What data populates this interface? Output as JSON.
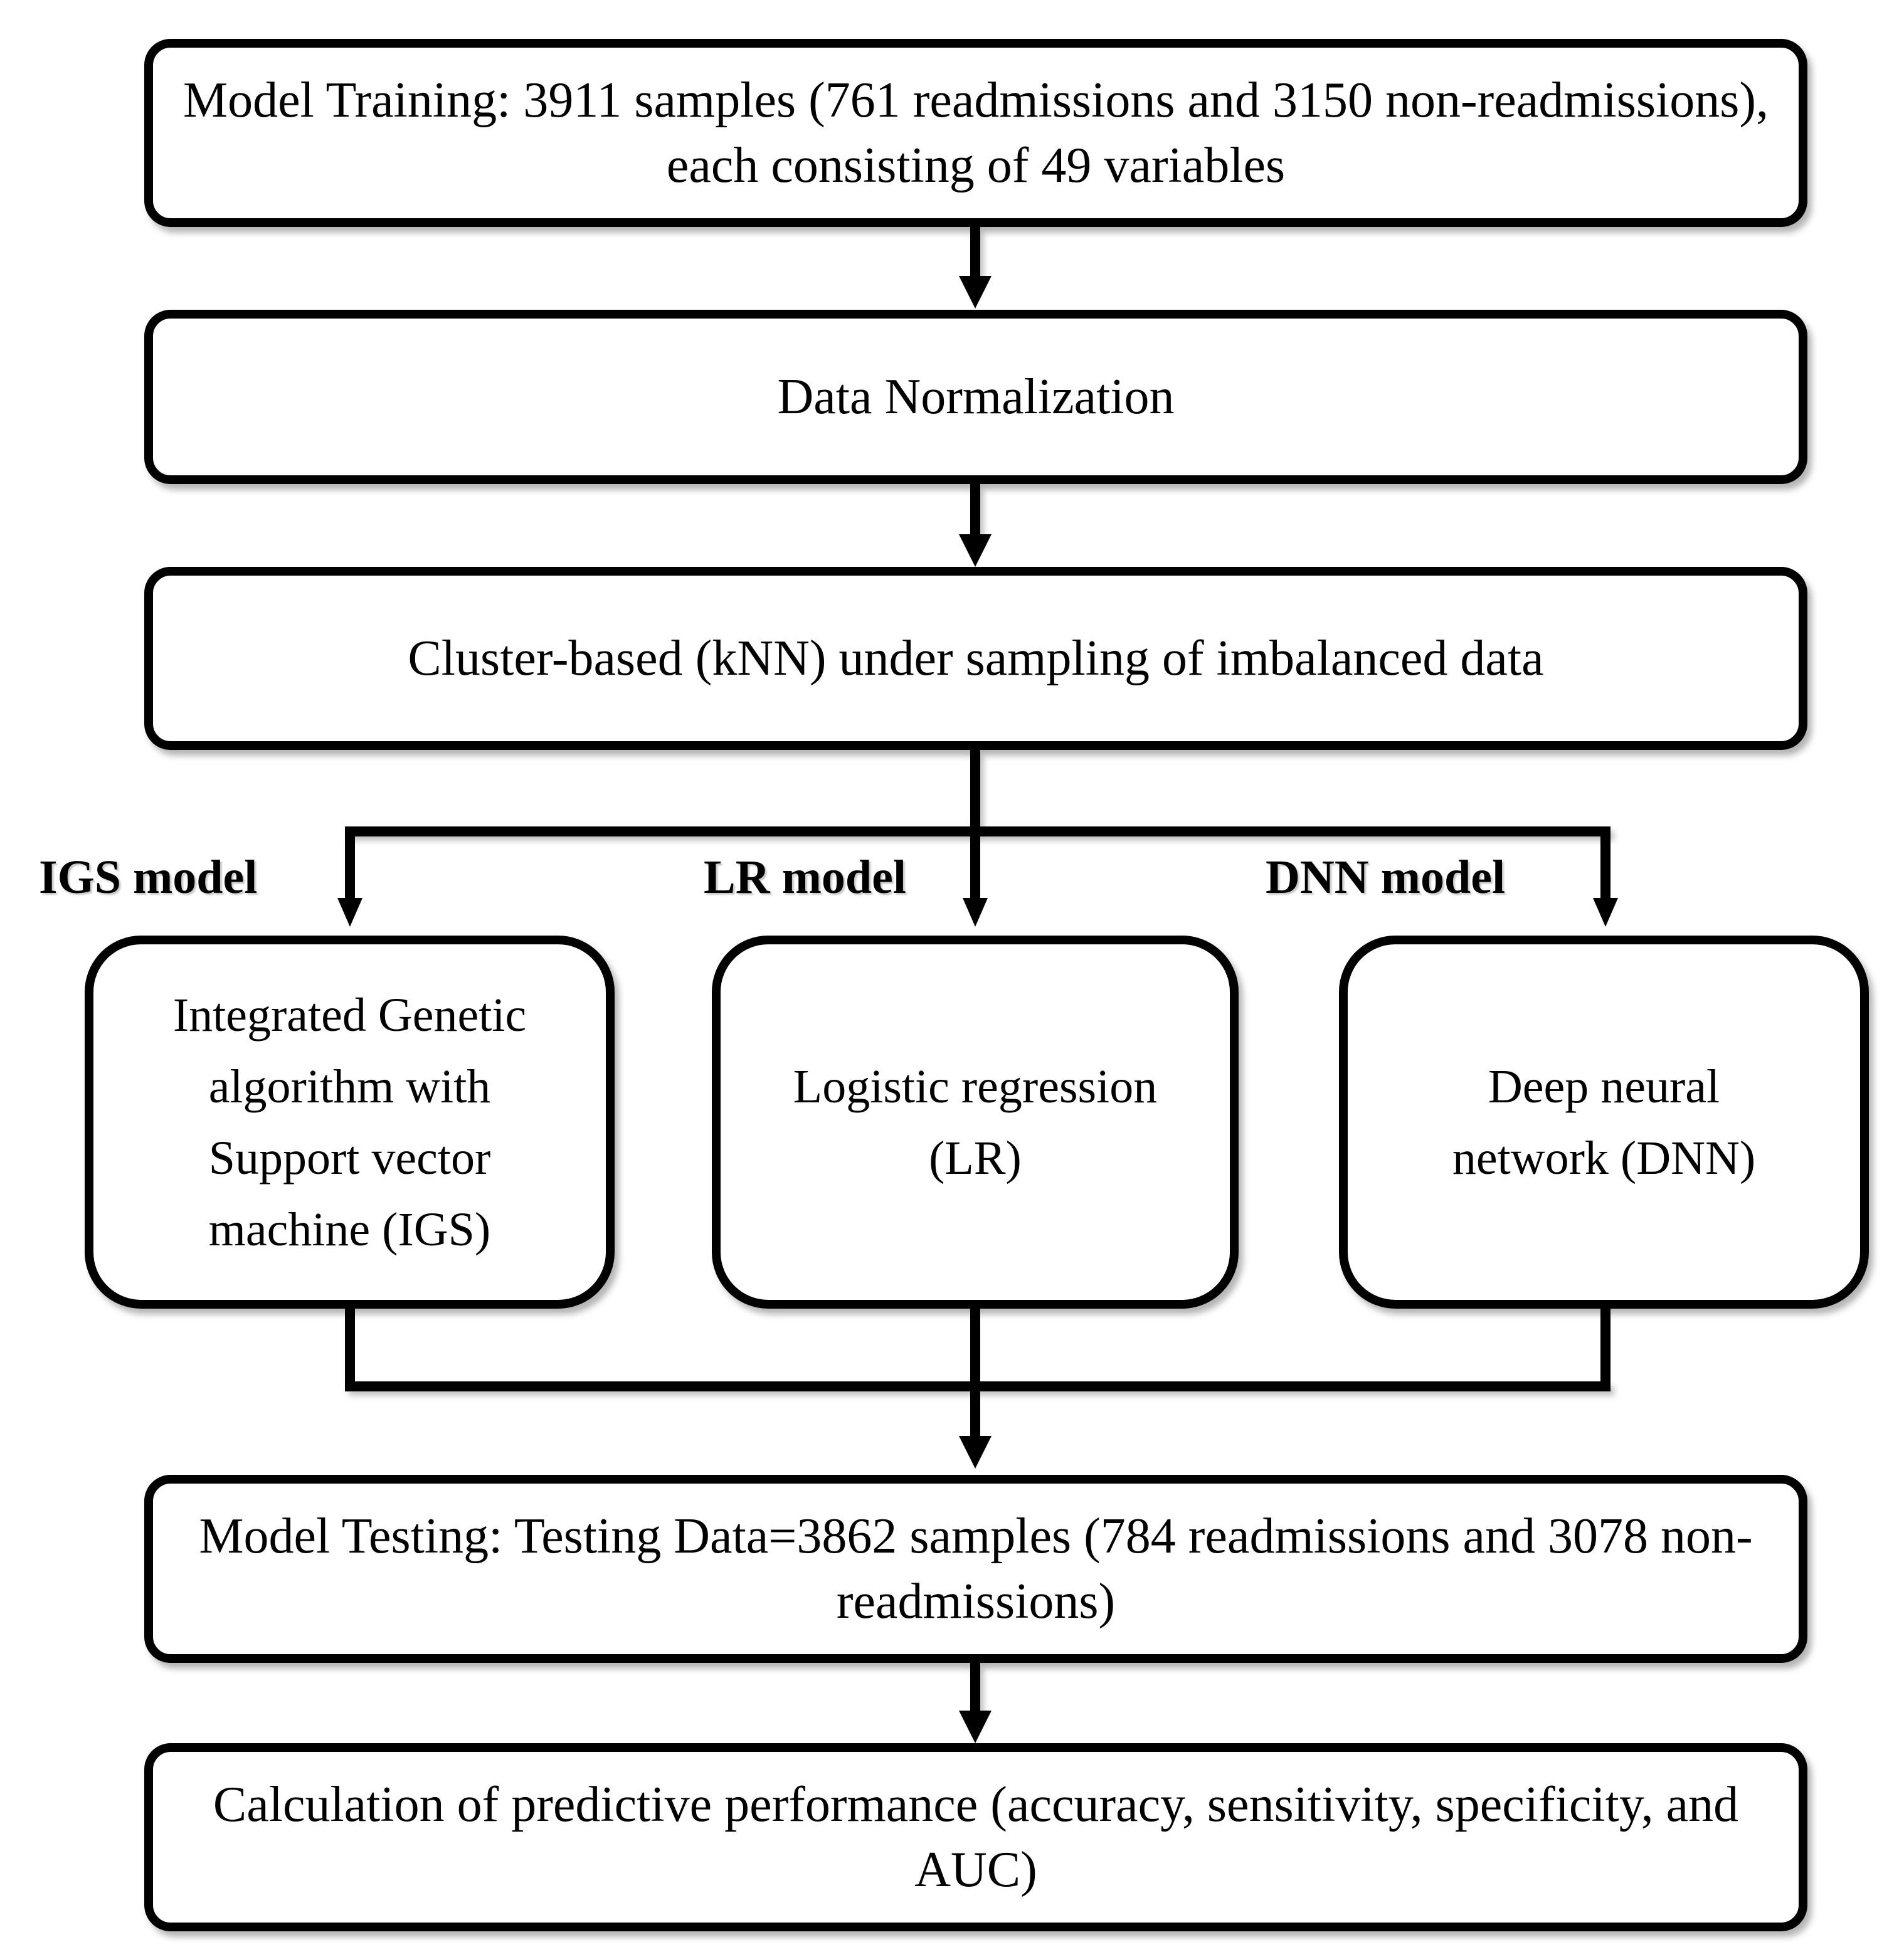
{
  "diagram": {
    "title": "Model training and evaluation flowchart",
    "accent_color": "#000000",
    "background_color": "#ffffff"
  },
  "nodes": {
    "training": {
      "id": "model-training",
      "label": "Model Training: 3911 samples (761 readmissions and 3150 non-readmissions), each consisting of 49 variables"
    },
    "normalization": {
      "id": "data-normalization",
      "label": "Data Normalization"
    },
    "undersampling": {
      "id": "cluster-based-undersampling",
      "label": "Cluster-based (kNN) under sampling of imbalanced data"
    },
    "igs": {
      "id": "igs-model",
      "branch_label": "IGS model",
      "label": "Integrated Genetic\nalgorithm with\nSupport vector\nmachine (IGS)"
    },
    "lr": {
      "id": "lr-model",
      "branch_label": "LR model",
      "label": "Logistic regression\n(LR)"
    },
    "dnn": {
      "id": "dnn-model",
      "branch_label": "DNN model",
      "label": "Deep neural\nnetwork (DNN)"
    },
    "testing": {
      "id": "model-testing",
      "label": "Model Testing: Testing Data=3862 samples (784 readmissions and 3078 non-readmissions)"
    },
    "evaluation": {
      "id": "performance-calculation",
      "label": "Calculation of predictive performance (accuracy, sensitivity, specificity, and AUC)"
    }
  },
  "values": {
    "training_samples": 3911,
    "training_readmissions": 761,
    "training_non_readmissions": 3150,
    "variables": 49,
    "testing_samples": 3862,
    "testing_readmissions": 784,
    "testing_non_readmissions": 3078
  },
  "metrics": [
    "accuracy",
    "sensitivity",
    "specificity",
    "AUC"
  ],
  "edges": [
    {
      "from": "model-training",
      "to": "data-normalization"
    },
    {
      "from": "data-normalization",
      "to": "cluster-based-undersampling"
    },
    {
      "from": "cluster-based-undersampling",
      "to": "igs-model"
    },
    {
      "from": "cluster-based-undersampling",
      "to": "lr-model"
    },
    {
      "from": "cluster-based-undersampling",
      "to": "dnn-model"
    },
    {
      "from": "igs-model",
      "to": "model-testing"
    },
    {
      "from": "lr-model",
      "to": "model-testing"
    },
    {
      "from": "dnn-model",
      "to": "model-testing"
    },
    {
      "from": "model-testing",
      "to": "performance-calculation"
    }
  ]
}
